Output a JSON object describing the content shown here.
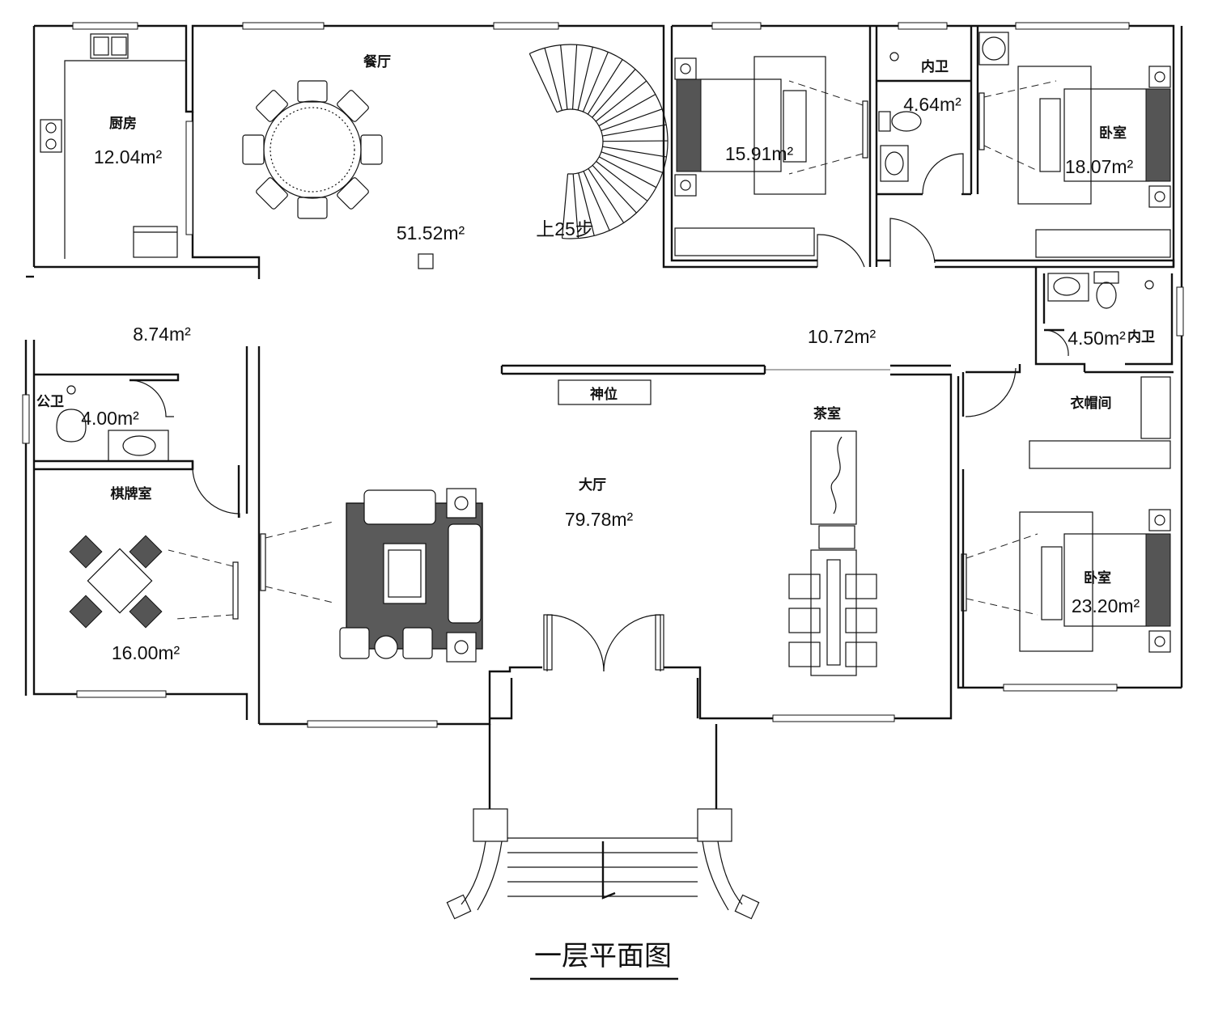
{
  "plan_title": "一层平面图",
  "rooms": {
    "kitchen": {
      "name": "厨房",
      "area": "12.04m²"
    },
    "dining": {
      "name": "餐厅",
      "area": "51.52m²"
    },
    "stairs": {
      "label": "上25步"
    },
    "bedroom_nw": {
      "area": "15.91m²"
    },
    "bath_north": {
      "name": "内卫",
      "area": "4.64m²"
    },
    "bedroom_ne": {
      "name": "卧室",
      "area": "18.07m²"
    },
    "corridor_west": {
      "area": "8.74m²"
    },
    "corridor_east": {
      "area": "10.72m²"
    },
    "bath_east": {
      "name": "内卫",
      "area": "4.50m²"
    },
    "public_wc": {
      "name": "公卫",
      "area": "4.00m²"
    },
    "shrine": {
      "name": "神位"
    },
    "tea_room": {
      "name": "茶室"
    },
    "closet": {
      "name": "衣帽间"
    },
    "chess_room": {
      "name": "棋牌室",
      "area": "16.00m²"
    },
    "hall": {
      "name": "大厅",
      "area": "79.78m²"
    },
    "bedroom_se": {
      "name": "卧室",
      "area": "23.20m²"
    }
  }
}
